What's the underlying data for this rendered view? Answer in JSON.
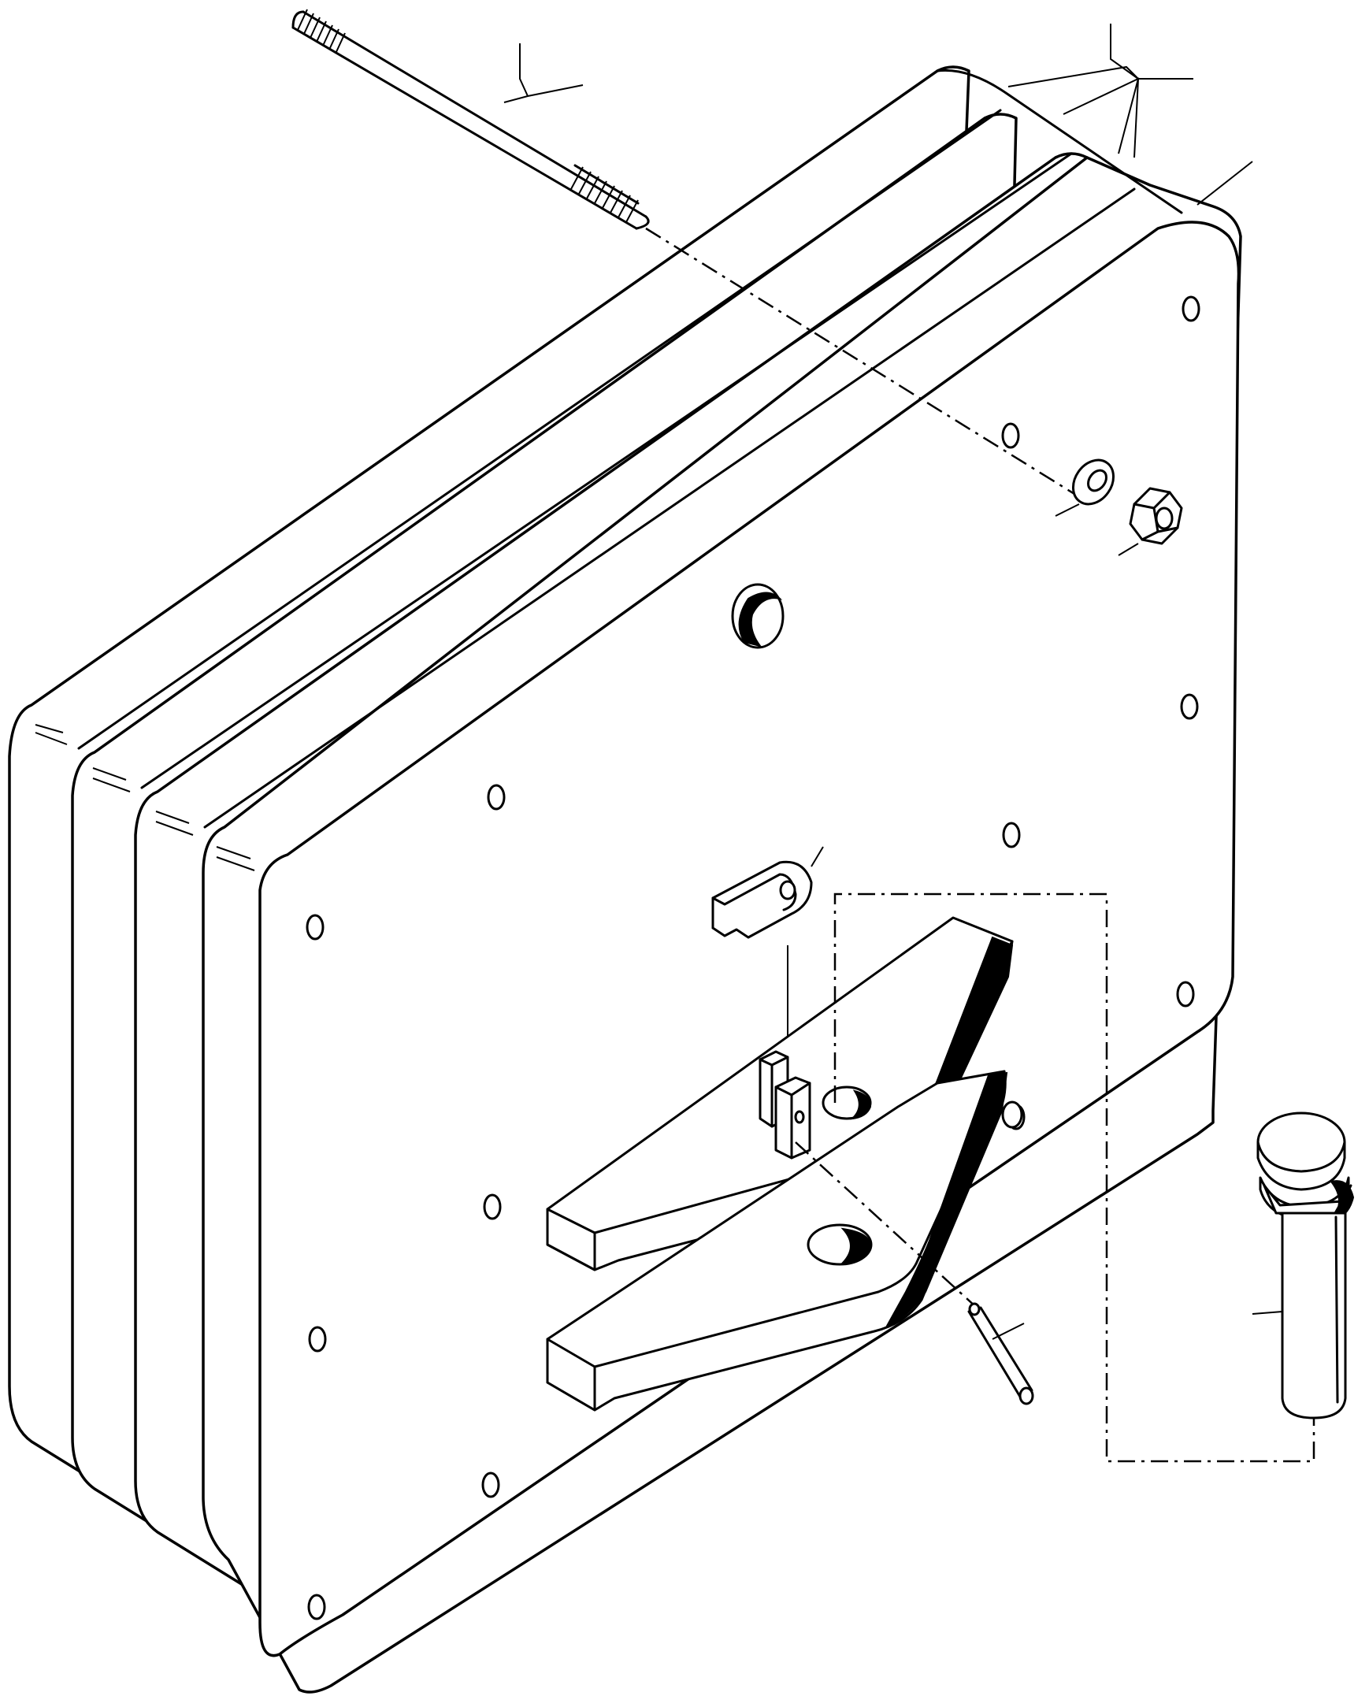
{
  "diagram": {
    "parts": [
      {
        "id": "stud",
        "icon": "threaded-stud-icon"
      },
      {
        "id": "lock-washer",
        "icon": "lock-washer-icon"
      },
      {
        "id": "hex-nut",
        "icon": "hex-nut-icon"
      },
      {
        "id": "clevis-block",
        "icon": "clevis-block-icon"
      },
      {
        "id": "upper-jaw",
        "icon": "jaw-icon"
      },
      {
        "id": "lower-jaw",
        "icon": "jaw-icon"
      },
      {
        "id": "roll-pin",
        "icon": "roll-pin-icon"
      },
      {
        "id": "pivot-pin",
        "icon": "pivot-pin-icon"
      },
      {
        "id": "plate-stack",
        "icon": "plate-stack-icon"
      }
    ],
    "colors": {
      "line": "#000000",
      "background": "#ffffff"
    }
  }
}
